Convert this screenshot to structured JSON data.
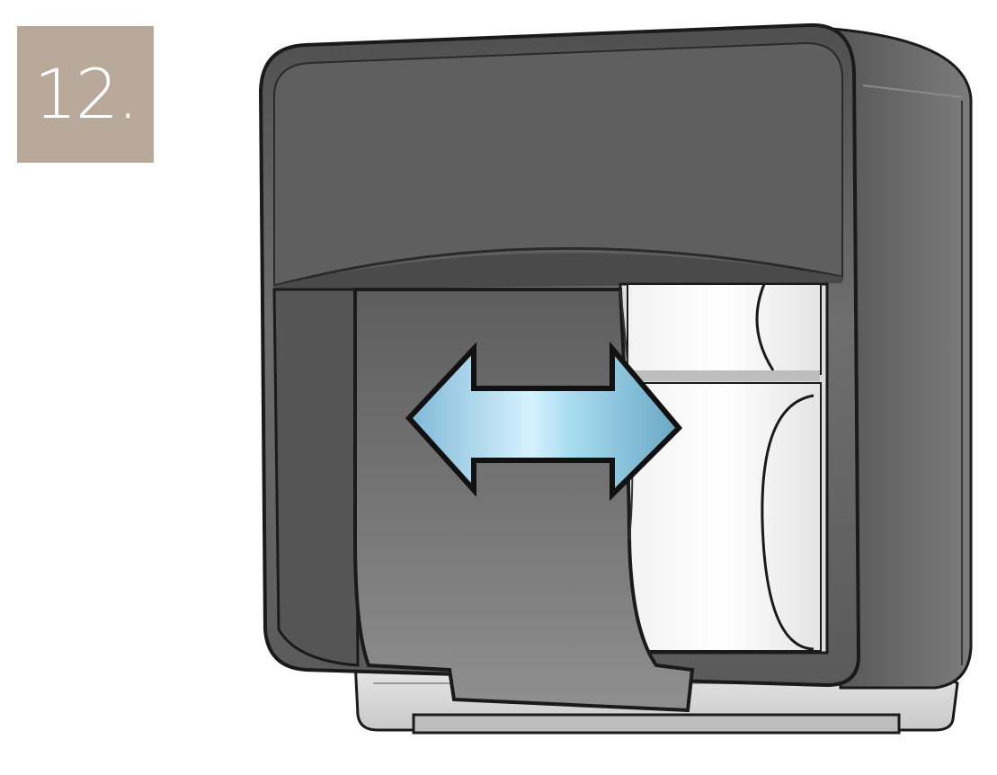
{
  "step": {
    "number_label": "12."
  },
  "illustration": {
    "subject": "toilet-paper-dispenser",
    "arrow_icon": "double-arrow-horizontal",
    "colors": {
      "badge": "#b8a99a",
      "housing": "#6b6b6b",
      "arrow": "#a8dcf0"
    }
  }
}
